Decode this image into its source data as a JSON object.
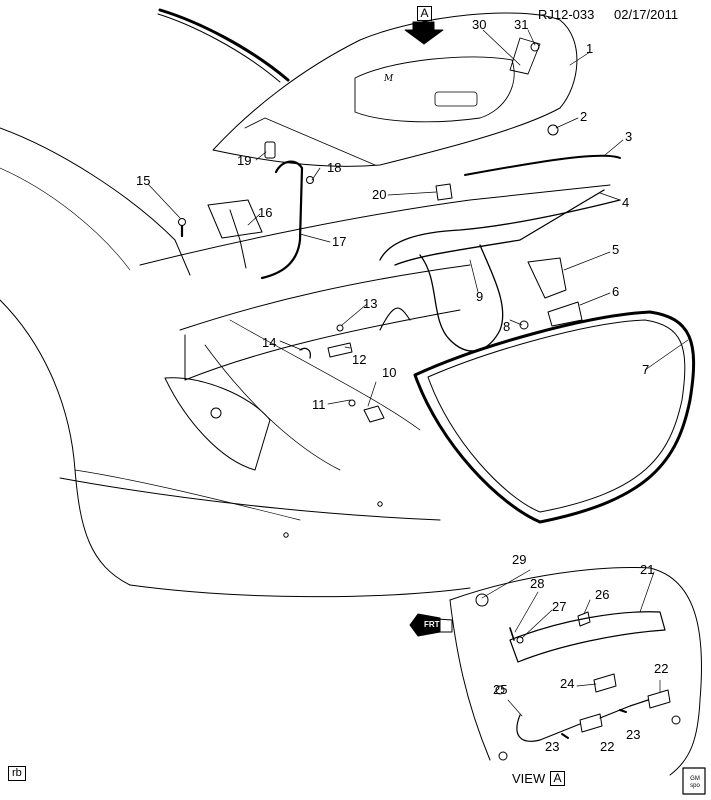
{
  "header": {
    "code": "RJ12-033",
    "date": "02/17/2011"
  },
  "view_marker": "A",
  "view_label": {
    "prefix": "VIEW",
    "box": "A"
  },
  "corner_tag": "rb",
  "emblem_text": "GM spo",
  "lid_script": "M",
  "front_arrow": "FRT",
  "callouts": [
    "1",
    "2",
    "3",
    "4",
    "5",
    "6",
    "7",
    "8",
    "9",
    "10",
    "11",
    "12",
    "13",
    "14",
    "15",
    "16",
    "17",
    "18",
    "19",
    "20",
    "21",
    "22",
    "22",
    "23",
    "23",
    "24",
    "25",
    "26",
    "27",
    "28",
    "29",
    "30",
    "31"
  ]
}
